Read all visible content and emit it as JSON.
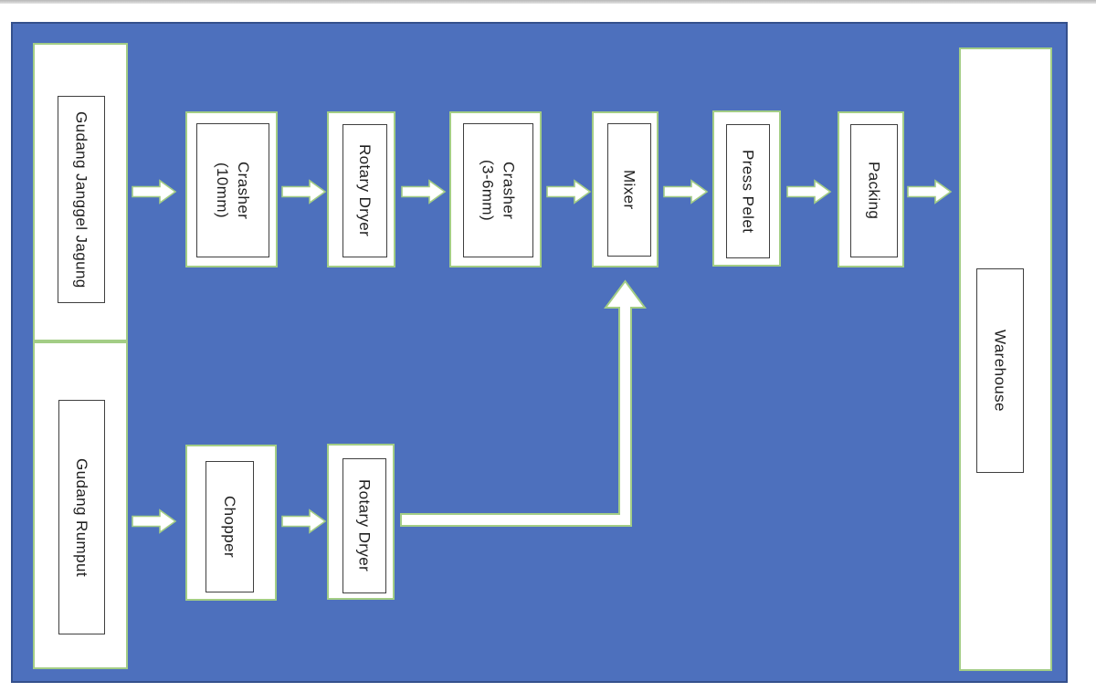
{
  "palette": {
    "canvas_fill": "#4d70bd",
    "canvas_border": "#34508c",
    "node_border_green": "#a3cd85",
    "inner_box_border": "#3f3f3f",
    "label_text": "#1f1f1f",
    "arrow_fill": "#ffffff",
    "page_background": "#ffffff"
  },
  "diagram": {
    "orientation": "rotated-90-clockwise-text",
    "nodes": [
      {
        "id": "gudang-janggel-jagung",
        "label": "Gudang Janggel Jagung"
      },
      {
        "id": "gudang-rumput",
        "label": "Gudang Rumput"
      },
      {
        "id": "crasher-10mm",
        "label": "Crasher\n(10mm)"
      },
      {
        "id": "rotary-dryer-top",
        "label": "Rotary Dryer"
      },
      {
        "id": "crasher-3-6mm",
        "label": "Crasher\n(3-6mm)"
      },
      {
        "id": "mixer",
        "label": "Mixer"
      },
      {
        "id": "press-pelet",
        "label": "Press Pelet"
      },
      {
        "id": "packing",
        "label": "Packing"
      },
      {
        "id": "warehouse",
        "label": "Warehouse"
      },
      {
        "id": "chopper",
        "label": "Chopper"
      },
      {
        "id": "rotary-dryer-bottom",
        "label": "Rotary Dryer"
      }
    ],
    "flows": [
      {
        "from": "gudang-janggel-jagung",
        "to": "crasher-10mm"
      },
      {
        "from": "crasher-10mm",
        "to": "rotary-dryer-top"
      },
      {
        "from": "rotary-dryer-top",
        "to": "crasher-3-6mm"
      },
      {
        "from": "crasher-3-6mm",
        "to": "mixer"
      },
      {
        "from": "mixer",
        "to": "press-pelet"
      },
      {
        "from": "press-pelet",
        "to": "packing"
      },
      {
        "from": "packing",
        "to": "warehouse"
      },
      {
        "from": "gudang-rumput",
        "to": "chopper"
      },
      {
        "from": "chopper",
        "to": "rotary-dryer-bottom"
      },
      {
        "from": "rotary-dryer-bottom",
        "to": "mixer"
      }
    ]
  }
}
